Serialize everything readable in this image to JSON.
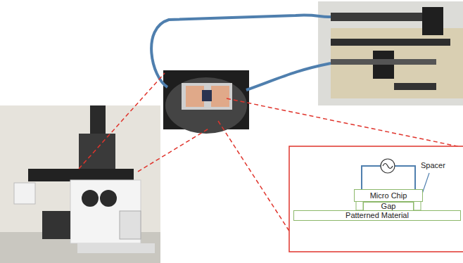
{
  "diagram": {
    "nodes": [
      {
        "text": [
          "Micro Chip"
        ]
      },
      {
        "text": [
          "Gap"
        ]
      },
      {
        "text": [
          "Patterned Material"
        ]
      }
    ],
    "labels": [
      "Spacer"
    ]
  }
}
